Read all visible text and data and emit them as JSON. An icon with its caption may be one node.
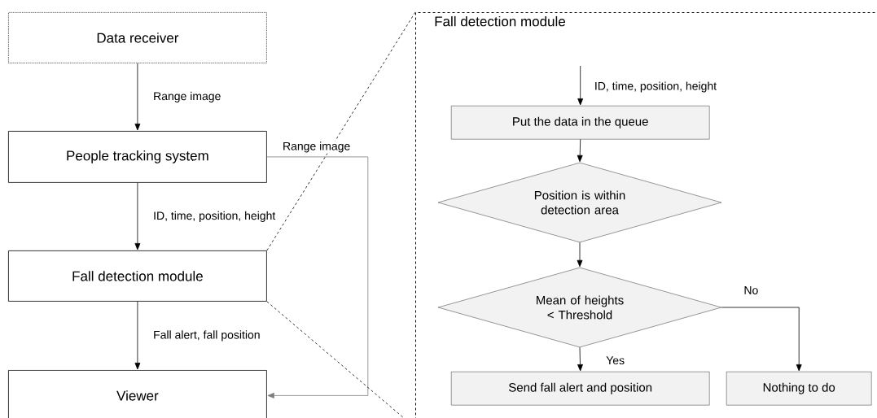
{
  "diagram": {
    "nodes": [
      {
        "text": [
          "Data receiver"
        ]
      },
      {
        "text": [
          "People tracking system"
        ]
      },
      {
        "text": [
          "Fall detection module"
        ]
      },
      {
        "text": [
          "Viewer"
        ]
      },
      {
        "text": [
          "Fall detection module"
        ]
      },
      {
        "text": [
          "Put the data in the queue"
        ],
        "in": 4
      },
      {
        "text": [
          "Position is within detection area"
        ],
        "in": 4
      },
      {
        "text": [
          "Mean of heights < Threshold"
        ],
        "in": 4
      },
      {
        "text": [
          "Send fall alert and position"
        ],
        "in": 4
      },
      {
        "text": [
          "Nothing to do"
        ],
        "in": 4
      }
    ],
    "edges": [
      {
        "from": 0,
        "to": 1,
        "arrow": "to",
        "label": "Range image"
      },
      {
        "from": 1,
        "to": 2,
        "arrow": "to",
        "label": "ID, time, position, height"
      },
      {
        "from": 2,
        "to": 3,
        "arrow": "to",
        "label": "Fall alert, fall position"
      },
      {
        "from": 1,
        "to": 3,
        "arrow": "to",
        "label": "Range image",
        "color": "#7f7f7f"
      },
      {
        "from": 2,
        "to": 4,
        "arrow": "none",
        "style": "dashed"
      },
      {
        "from": 2,
        "to": 4,
        "arrow": "none",
        "style": "dashed"
      },
      {
        "from": null,
        "to": 5,
        "arrow": "to",
        "label": "ID, time, position, height"
      },
      {
        "from": 5,
        "to": 6,
        "arrow": "to"
      },
      {
        "from": 6,
        "to": 7,
        "arrow": "to"
      },
      {
        "from": 7,
        "to": 8,
        "arrow": "to",
        "label": "Yes"
      },
      {
        "from": 7,
        "to": 9,
        "arrow": "to",
        "label": "No"
      }
    ]
  }
}
